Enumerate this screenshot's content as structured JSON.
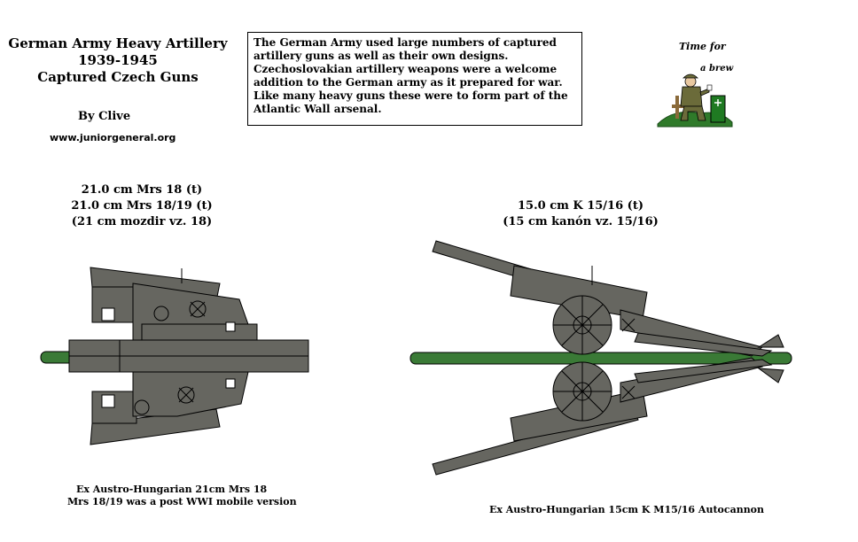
{
  "header": {
    "title_lines": [
      "German Army Heavy Artillery",
      "1939-1945",
      "Captured  Czech  Guns"
    ],
    "byline": "By Clive",
    "website": "www.juniorgeneral.org"
  },
  "info_box": {
    "lines": [
      "The German Army used large numbers of captured",
      "artillery guns as well as their own designs.",
      "Czechoslovakian artillery weapons were a welcome",
      "addition to the German army as it prepared for war.",
      "Like many heavy guns these were to form part of the",
      "Atlantic Wall arsenal."
    ]
  },
  "brew_figure": {
    "line1": "Time for",
    "line2": "a brew"
  },
  "guns": [
    {
      "caption_lines": [
        "21.0 cm Mrs 18 (t)",
        "21.0 cm Mrs 18/19 (t)",
        "(21 cm mozdir vz. 18)"
      ],
      "note_lines": [
        "Ex Austro-Hungarian 21cm Mrs 18",
        "Mrs 18/19 was a post WWI mobile version"
      ]
    },
    {
      "caption_lines": [
        "15.0 cm K 15/16 (t)",
        "(15 cm kanón vz. 15/16)"
      ],
      "note_lines": [
        "Ex Austro-Hungarian 15cm K M15/16 Autocannon"
      ]
    }
  ],
  "colors": {
    "gun_grey": "#666660",
    "base_green": "#3a7a36",
    "outline": "#000000"
  }
}
